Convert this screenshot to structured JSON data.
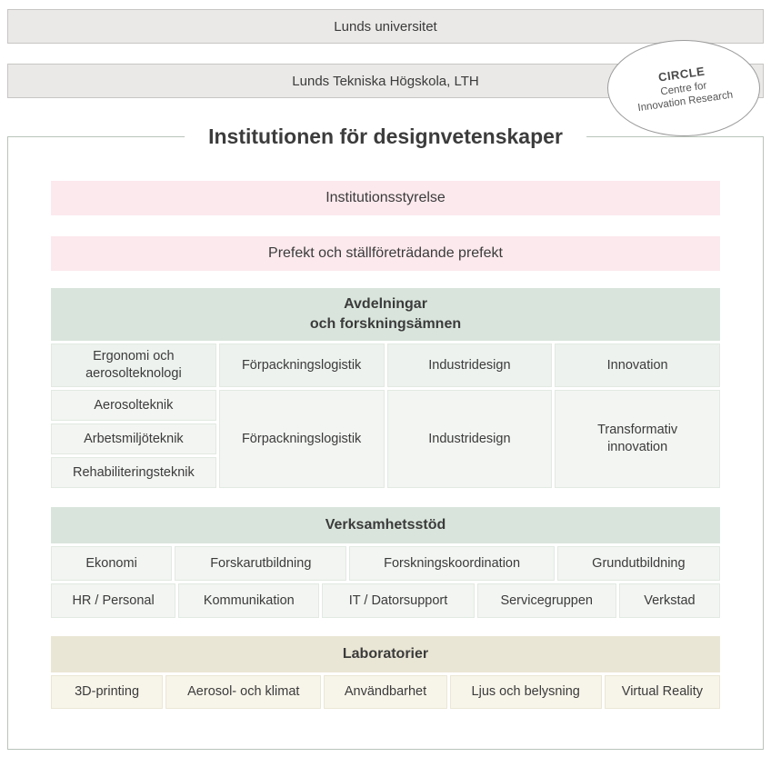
{
  "colors": {
    "banner_gray": "#eae9e7",
    "leadership_pink": "#fce9ed",
    "section_green": "#d9e5dc",
    "cell_green": "#f2f5f1",
    "section_beige": "#eae6d5",
    "cell_beige": "#f7f4e9",
    "box_border": "#b9c4ba"
  },
  "top_bars": {
    "university": "Lunds universitet",
    "school": "Lunds Tekniska Högskola, LTH"
  },
  "circle_badge": {
    "name": "CIRCLE",
    "line2": "Centre for",
    "line3": "Innovation Research"
  },
  "title": "Institutionen för designvetenskaper",
  "leadership": {
    "board": "Institutionsstyrelse",
    "prefekt": "Prefekt och ställföreträdande prefekt"
  },
  "avdelningar": {
    "header": "Avdelningar\noch forskningsämnen",
    "column_headers": [
      "Ergonomi och\naerosolteknologi",
      "Förpackningslogistik",
      "Industridesign",
      "Innovation"
    ],
    "ergonomi_items": [
      "Aerosolteknik",
      "Arbetsmiljöteknik",
      "Rehabiliteringsteknik"
    ],
    "division_cells": [
      "Förpackningslogistik",
      "Industridesign",
      "Transformativ\ninnovation"
    ]
  },
  "verksamhetsstod": {
    "header": "Verksamhetsstöd",
    "row1": [
      "Ekonomi",
      "Forskarutbildning",
      "Forskningskoordination",
      "Grundutbildning"
    ],
    "row2": [
      "HR / Personal",
      "Kommunikation",
      "IT / Datorsupport",
      "Servicegruppen",
      "Verkstad"
    ]
  },
  "laboratorier": {
    "header": "Laboratorier",
    "items": [
      "3D-printing",
      "Aerosol- och klimat",
      "Användbarhet",
      "Ljus och belysning",
      "Virtual Reality"
    ]
  }
}
